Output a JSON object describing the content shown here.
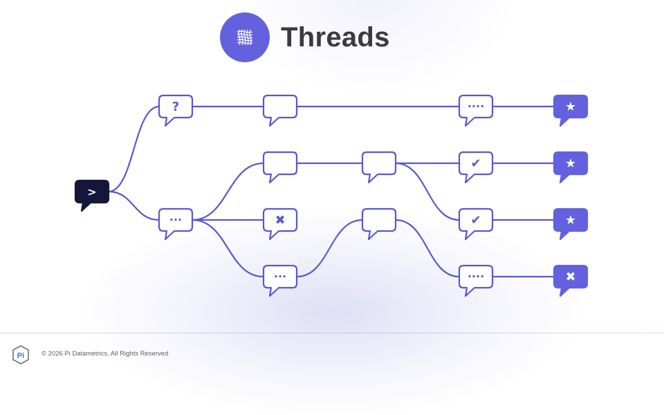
{
  "header": {
    "title": "Threads",
    "logo_icon": "woven-threads-icon"
  },
  "footer": {
    "copyright": "© 2026 Pi Datametrics. All Rights Reserved",
    "logo_text": "Pi"
  },
  "colors": {
    "accent": "#6361de",
    "line": "#5a57d0",
    "start_node": "#15163a",
    "title": "#3a3a3f",
    "node_fill": "#ffffff"
  },
  "diagram": {
    "nodes": [
      {
        "id": "start",
        "style": "dark",
        "glyph": ">",
        "icon": "prompt-icon"
      },
      {
        "id": "q",
        "style": "outline",
        "glyph": "?",
        "icon": "question-icon"
      },
      {
        "id": "t1",
        "style": "outline",
        "glyph": "",
        "icon": "empty-bubble-icon"
      },
      {
        "id": "t2",
        "style": "outline",
        "glyph": "....",
        "icon": "typing-icon"
      },
      {
        "id": "s1",
        "style": "filled",
        "glyph": "★",
        "icon": "star-icon"
      },
      {
        "id": "d",
        "style": "outline",
        "glyph": "...",
        "icon": "ellipsis-icon"
      },
      {
        "id": "a1",
        "style": "outline",
        "glyph": "",
        "icon": "empty-bubble-icon"
      },
      {
        "id": "a2",
        "style": "outline",
        "glyph": "",
        "icon": "empty-bubble-icon"
      },
      {
        "id": "c1",
        "style": "outline",
        "glyph": "✔",
        "icon": "check-icon"
      },
      {
        "id": "s2",
        "style": "filled",
        "glyph": "★",
        "icon": "star-icon"
      },
      {
        "id": "x1",
        "style": "outline",
        "glyph": "✖",
        "icon": "cross-icon"
      },
      {
        "id": "b1",
        "style": "outline",
        "glyph": "",
        "icon": "empty-bubble-icon"
      },
      {
        "id": "c2",
        "style": "outline",
        "glyph": "✔",
        "icon": "check-icon"
      },
      {
        "id": "s3",
        "style": "filled",
        "glyph": "★",
        "icon": "star-icon"
      },
      {
        "id": "e1",
        "style": "outline",
        "glyph": "...",
        "icon": "typing-icon"
      },
      {
        "id": "e2",
        "style": "outline",
        "glyph": "....",
        "icon": "typing-icon"
      },
      {
        "id": "xf",
        "style": "filled",
        "glyph": "✖",
        "icon": "cross-icon"
      }
    ],
    "edges": [
      [
        "start",
        "q"
      ],
      [
        "start",
        "d"
      ],
      [
        "q",
        "t1"
      ],
      [
        "t1",
        "t2"
      ],
      [
        "t2",
        "s1"
      ],
      [
        "d",
        "a1"
      ],
      [
        "d",
        "x1"
      ],
      [
        "d",
        "e1"
      ],
      [
        "a1",
        "a2"
      ],
      [
        "a2",
        "c1"
      ],
      [
        "a2",
        "c2"
      ],
      [
        "c1",
        "s2"
      ],
      [
        "c2",
        "s3"
      ],
      [
        "e1",
        "b1"
      ],
      [
        "b1",
        "e2"
      ],
      [
        "e2",
        "xf"
      ]
    ]
  }
}
